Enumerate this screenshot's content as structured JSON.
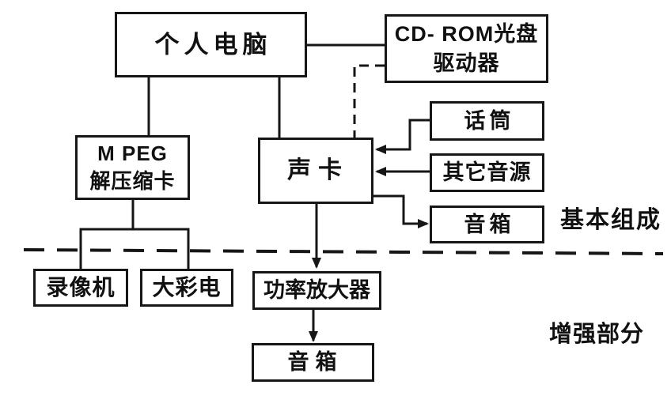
{
  "figure": {
    "background": "#ffffff",
    "line_color": "#161616",
    "nodes": {
      "pc": {
        "label": "个人电脑"
      },
      "cdrom": {
        "line1": "CD- ROM光盘",
        "line2": "驱动器"
      },
      "mpeg": {
        "line1": "M PEG",
        "line2": "解压缩卡"
      },
      "soundcard": {
        "label": "声卡"
      },
      "mic": {
        "label": "话筒"
      },
      "other_audio": {
        "label": "其它音源"
      },
      "speaker_basic": {
        "label": "音箱"
      },
      "vcr": {
        "label": "录像机"
      },
      "tv": {
        "label": "大彩电"
      },
      "amplifier": {
        "label": "功率放大器"
      },
      "speaker_enhanced": {
        "label": "音箱"
      }
    },
    "section_labels": {
      "basic": "基本组成",
      "enhanced": "增强部分"
    }
  }
}
